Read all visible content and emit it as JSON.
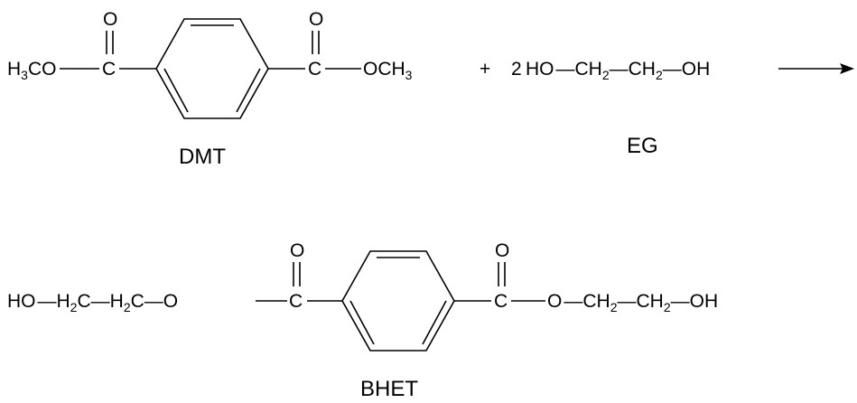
{
  "reactants": {
    "dmt": {
      "left_methoxy": "H3CO",
      "left_carbonyl_c": "C",
      "left_carbonyl_o": "O",
      "right_carbonyl_c": "C",
      "right_carbonyl_o": "O",
      "right_methoxy": "OCH3",
      "name": "DMT"
    },
    "plus": "+",
    "eg": {
      "coefficient": "2",
      "formula": "HO—CH2—CH2—OH",
      "name": "EG"
    }
  },
  "arrow": "reaction-arrow",
  "product": {
    "bhet": {
      "left_chain": "HO—H2C—H2C—O",
      "left_carbonyl_c": "C",
      "left_carbonyl_o": "O",
      "right_carbonyl_c": "C",
      "right_carbonyl_o": "O",
      "right_chain": "O—CH2—CH2—OH",
      "name": "BHET"
    }
  }
}
